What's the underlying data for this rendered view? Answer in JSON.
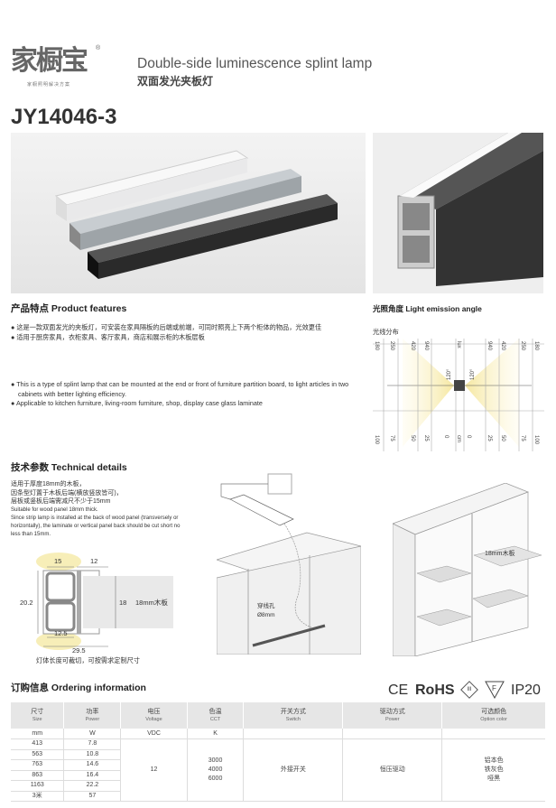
{
  "brand": {
    "logo_text": "家橱宝",
    "registered": "®",
    "tagline": "家橱照明解决方案"
  },
  "title": {
    "en": "Double-side luminescence splint lamp",
    "cn": "双面发光夹板灯"
  },
  "model": "JY14046-3",
  "features": {
    "heading": "产品特点  Product features",
    "cn": [
      "这是一款双面发光的夹板灯，可安装在家具隔板的后端或前端，可同时照亮上下两个柜体的物品，光效更佳",
      "适用于厨房家具，衣柜家具、客厅家具，商店和展示柜的木板层板"
    ],
    "en": [
      "This is a type of splint lamp that can be mounted at the end or front of furniture partition board, to light articles in two cabinets with better lighting efficiency.",
      "Applicable to kitchen furniture, living-room furniture, shop, display case glass laminate"
    ]
  },
  "angle": {
    "heading": "光照角度  Light emission angle",
    "sub": "光线分布",
    "top_labels": [
      "180",
      "250",
      "420",
      "940",
      "lux",
      "940",
      "420",
      "250",
      "180"
    ],
    "bottom_labels": [
      "100",
      "75",
      "50",
      "25",
      "0",
      "cm",
      "0",
      "25",
      "50",
      "75",
      "100"
    ],
    "angle_left": "120°",
    "angle_right": "120°"
  },
  "technical": {
    "heading": "技术参数  Technical details",
    "cn": [
      "适用于厚度18mm的木板，",
      "因条型灯置于木板后端(横放竖放皆可)，",
      "层板或竖板后端需减尺不少于15mm"
    ],
    "en": [
      "Suitable for wood panel 18mm thick.",
      "Since strip lamp is installed at the back of wood panel (transversely or horizontally), the laminate or vertical panel back should be cut short no less than 15mm."
    ],
    "dims": {
      "top1": "15",
      "top2": "12",
      "height": "20.2",
      "bottom1": "12.5",
      "bottom2": "29.5",
      "panel": "18",
      "panel_label": "18mm木板"
    },
    "caption": "灯体长度可裁切，可按需求定制尺寸",
    "install_hole": "穿线孔",
    "install_dia": "Ø8mm",
    "cabinet_label": "18mm木板"
  },
  "ordering": {
    "heading": "订购信息  Ordering information",
    "certs": [
      "CE",
      "RoHS",
      "III",
      "F",
      "IP20"
    ],
    "headers": [
      {
        "cn": "尺寸",
        "en": "Size"
      },
      {
        "cn": "功率",
        "en": "Power"
      },
      {
        "cn": "电压",
        "en": "Voltage"
      },
      {
        "cn": "色温",
        "en": "CCT"
      },
      {
        "cn": "开关方式",
        "en": "Switch"
      },
      {
        "cn": "驱动方式",
        "en": "Power"
      },
      {
        "cn": "可选颜色",
        "en": "Option color"
      }
    ],
    "units": [
      "mm",
      "W",
      "VDC",
      "K",
      "",
      "",
      ""
    ],
    "sizes": [
      "413",
      "563",
      "763",
      "863",
      "1163",
      "3米"
    ],
    "powers": [
      "7.8",
      "10.8",
      "14.6",
      "16.4",
      "22.2",
      "57"
    ],
    "voltage": "12",
    "cct": [
      "3000",
      "4000",
      "6000"
    ],
    "switch": "外接开关",
    "drive": "恒压驱动",
    "colors": [
      "铝本色",
      "铁灰色",
      "哑黑"
    ]
  }
}
